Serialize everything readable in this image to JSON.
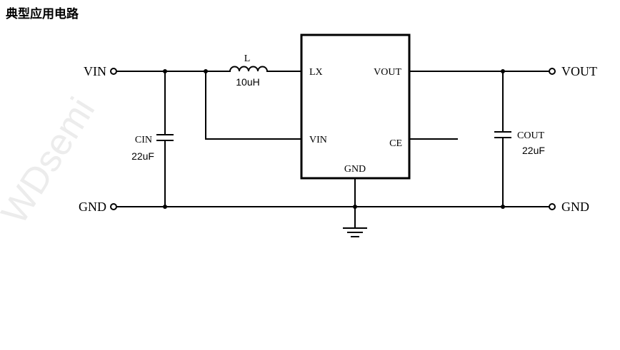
{
  "title": "典型应用电路",
  "watermark": "WDsemi",
  "colors": {
    "line": "#000000",
    "watermark": "#ececec"
  },
  "terminals": {
    "vin": "VIN",
    "vout": "VOUT",
    "gnd_left": "GND",
    "gnd_right": "GND"
  },
  "inductor": {
    "name": "L",
    "value": "10uH"
  },
  "cin": {
    "name": "CIN",
    "value": "22uF"
  },
  "cout": {
    "name": "COUT",
    "value": "22uF"
  },
  "ic": {
    "pins": {
      "lx": "LX",
      "vin": "VIN",
      "vout": "VOUT",
      "ce": "CE",
      "gnd": "GND"
    }
  }
}
